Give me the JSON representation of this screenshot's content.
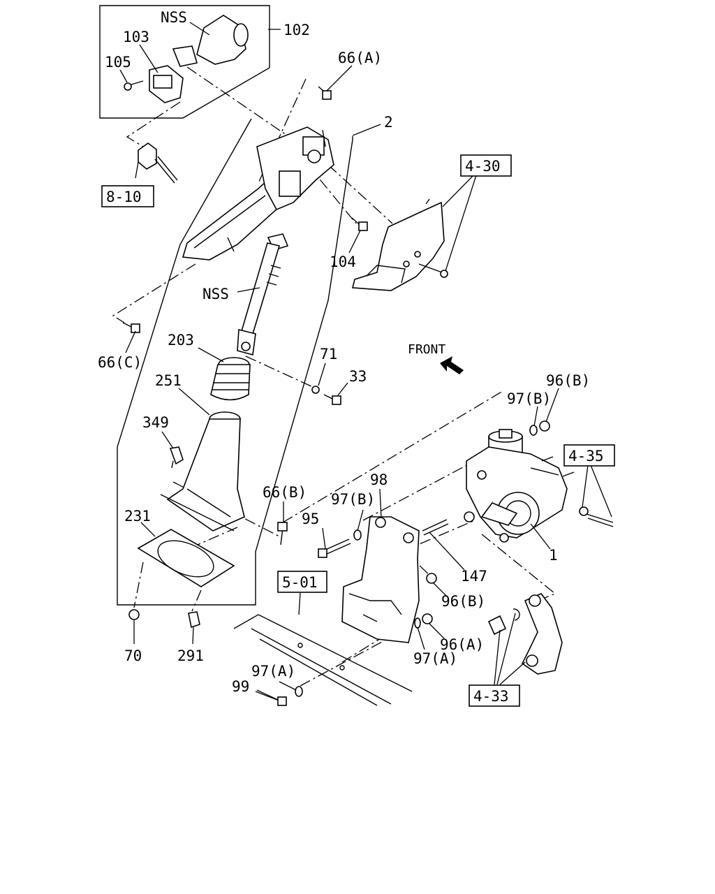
{
  "diagram": {
    "callouts": {
      "c102": "102",
      "c103": "103",
      "c105": "105",
      "nss_top": "NSS",
      "c66a": "66(A)",
      "c2": "2",
      "c104": "104",
      "nss_mid": "NSS",
      "c66c": "66(C)",
      "c203": "203",
      "c71": "71",
      "c33": "33",
      "c251": "251",
      "c349": "349",
      "c66b": "66(B)",
      "c231": "231",
      "c70": "70",
      "c291": "291",
      "c98": "98",
      "c97b_mid": "97(B)",
      "c95": "95",
      "c147": "147",
      "c96b_low": "96(B)",
      "c96a": "96(A)",
      "c97a_right": "97(A)",
      "c97a_bottom": "97(A)",
      "c99": "99",
      "c96b_top": "96(B)",
      "c97b_top": "97(B)",
      "c1": "1"
    },
    "direction_label": "FRONT",
    "references": {
      "r810": "8-10",
      "r430": "4-30",
      "r435": "4-35",
      "r501": "5-01",
      "r433": "4-33"
    }
  }
}
